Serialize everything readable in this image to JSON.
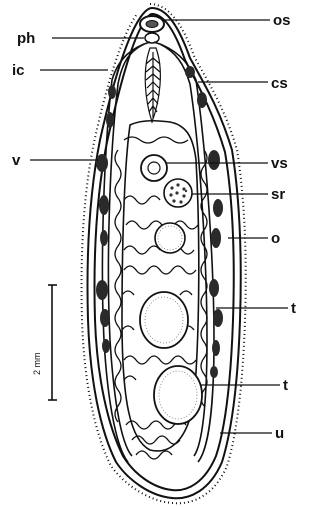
{
  "labels": {
    "os": "os",
    "ph": "ph",
    "ic": "ic",
    "cs": "cs",
    "v": "v",
    "vs": "vs",
    "sr": "sr",
    "o": "o",
    "t1": "t",
    "t2": "t",
    "u": "u"
  },
  "scale_bar": {
    "label": "2 mm"
  },
  "colors": {
    "ink": "#111111",
    "paper": "#ffffff",
    "vitellaria": "#2a2a2a"
  }
}
